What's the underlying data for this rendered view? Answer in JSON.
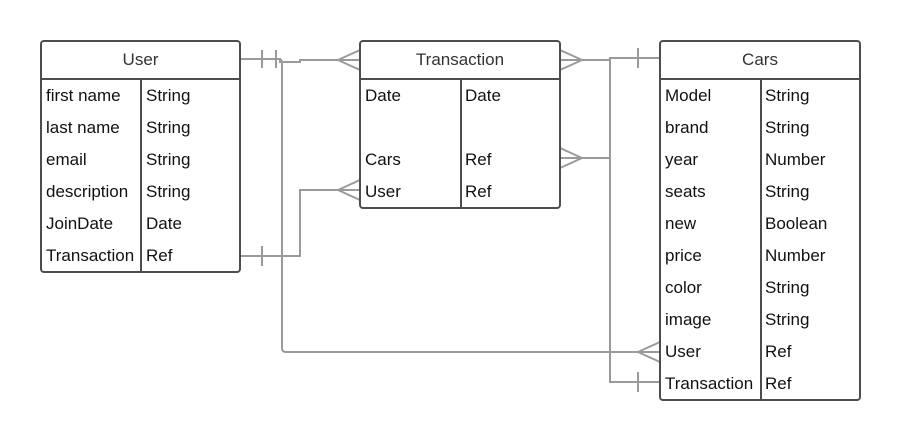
{
  "diagram": {
    "entities": {
      "user": {
        "title": "User",
        "fields": [
          {
            "name": "first name",
            "type": "String"
          },
          {
            "name": "last name",
            "type": "String"
          },
          {
            "name": "email",
            "type": "String"
          },
          {
            "name": "description",
            "type": "String"
          },
          {
            "name": "JoinDate",
            "type": "Date"
          },
          {
            "name": "Transaction",
            "type": "Ref"
          }
        ]
      },
      "transaction": {
        "title": "Transaction",
        "fields": [
          {
            "name": "Date",
            "type": "Date"
          },
          {
            "name": "",
            "type": ""
          },
          {
            "name": "Cars",
            "type": "Ref"
          },
          {
            "name": "User",
            "type": "Ref"
          }
        ]
      },
      "cars": {
        "title": "Cars",
        "fields": [
          {
            "name": "Model",
            "type": "String"
          },
          {
            "name": "brand",
            "type": "String"
          },
          {
            "name": "year",
            "type": "Number"
          },
          {
            "name": "seats",
            "type": "String"
          },
          {
            "name": "new",
            "type": "Boolean"
          },
          {
            "name": "price",
            "type": "Number"
          },
          {
            "name": "color",
            "type": "String"
          },
          {
            "name": "image",
            "type": "String"
          },
          {
            "name": "User",
            "type": "Ref"
          },
          {
            "name": "Transaction",
            "type": "Ref"
          }
        ]
      }
    },
    "colors": {
      "entity_border": "#4d4d4d",
      "connector": "#9a9a9a",
      "text": "#111111",
      "title_text": "#333333"
    }
  }
}
